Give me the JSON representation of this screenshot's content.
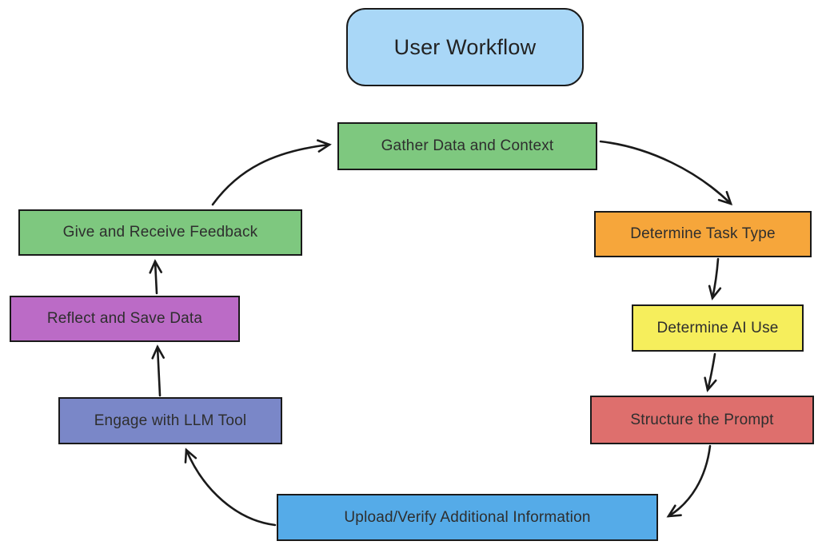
{
  "diagram": {
    "background_color": "#ffffff",
    "stroke_color": "#1a1a1a",
    "text_color": "#2e2e2e",
    "title": {
      "label": "User Workflow",
      "fill": "#a9d7f7"
    },
    "nodes": [
      {
        "id": "gather-data",
        "label": "Gather Data and Context",
        "fill": "#7ec87f"
      },
      {
        "id": "determine-task-type",
        "label": "Determine Task Type",
        "fill": "#f6a63b"
      },
      {
        "id": "determine-ai-use",
        "label": "Determine AI Use",
        "fill": "#f6ee5c"
      },
      {
        "id": "structure-prompt",
        "label": "Structure the Prompt",
        "fill": "#de6f6d"
      },
      {
        "id": "upload-verify",
        "label": "Upload/Verify Additional Information",
        "fill": "#55abe8"
      },
      {
        "id": "engage-llm",
        "label": "Engage with LLM Tool",
        "fill": "#7a87c8"
      },
      {
        "id": "reflect-save",
        "label": "Reflect and Save Data",
        "fill": "#bb6bc6"
      },
      {
        "id": "give-feedback",
        "label": "Give and Receive Feedback",
        "fill": "#7ec87f"
      }
    ],
    "edges": [
      {
        "from": "gather-data",
        "to": "determine-task-type"
      },
      {
        "from": "determine-task-type",
        "to": "determine-ai-use"
      },
      {
        "from": "determine-ai-use",
        "to": "structure-prompt"
      },
      {
        "from": "structure-prompt",
        "to": "upload-verify"
      },
      {
        "from": "upload-verify",
        "to": "engage-llm"
      },
      {
        "from": "engage-llm",
        "to": "reflect-save"
      },
      {
        "from": "reflect-save",
        "to": "give-feedback"
      },
      {
        "from": "give-feedback",
        "to": "gather-data"
      }
    ]
  }
}
